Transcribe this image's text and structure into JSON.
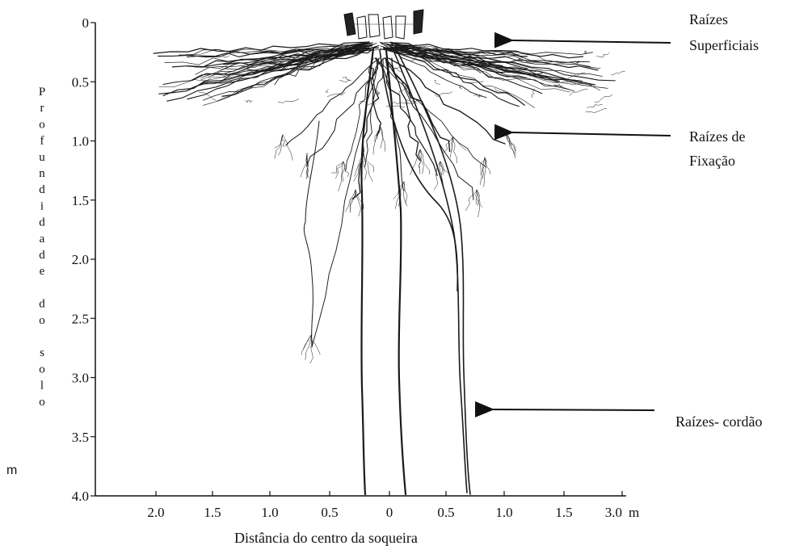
{
  "y_axis": {
    "ticks": [
      "0",
      "0.5",
      "1.0",
      "1.5",
      "2.0",
      "2.5",
      "3.0",
      "3.5",
      "4.0"
    ],
    "label_letters": [
      "P",
      "r",
      "o",
      "f",
      "u",
      "n",
      "d",
      "i",
      "d",
      "a",
      "d",
      "e",
      "",
      "d",
      "o",
      "",
      "s",
      "o",
      "l",
      "o"
    ],
    "unit": "m"
  },
  "x_axis": {
    "ticks": [
      "2.0",
      "1.5",
      "1.0",
      "0.5",
      "0",
      "0.5",
      "1.0",
      "1.5",
      "3.0"
    ],
    "unit": "m",
    "title": "Distância do centro da soqueira"
  },
  "callouts": [
    {
      "lines": [
        "Raízes",
        "Superficiais"
      ]
    },
    {
      "lines": [
        "Raízes de",
        "Fixação"
      ]
    },
    {
      "lines": [
        "Raízes- cordão"
      ]
    }
  ]
}
